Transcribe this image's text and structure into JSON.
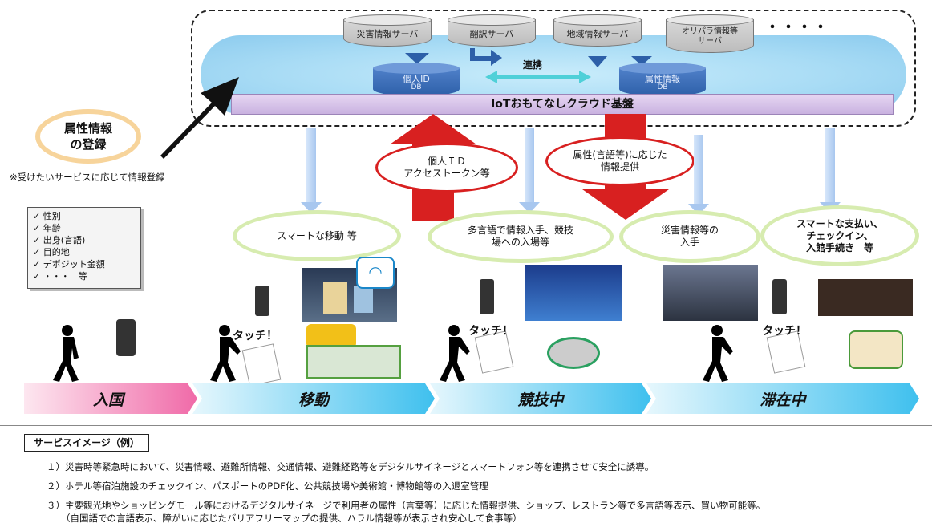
{
  "cloud": {
    "servers": [
      "災害情報サーバ",
      "翻訳サーバ",
      "地域情報サーバ",
      "オリパラ情報等\nサーバ"
    ],
    "more": "・・・・",
    "db_left": {
      "name": "個人ID",
      "sub": "DB"
    },
    "db_right": {
      "name": "属性情報",
      "sub": "DB"
    },
    "link_label": "連携",
    "platform": "IoTおもてなしクラウド基盤"
  },
  "registration": {
    "label": "属性情報\nの登録",
    "note": "※受けたいサービスに応じて情報登録"
  },
  "checklist": [
    "性別",
    "年齢",
    "出身(言語)",
    "目的地",
    "デポジット金額",
    "・・・　等"
  ],
  "callouts": {
    "up": "個人ＩＤ\nアクセストークン等",
    "down": "属性(言語等)に応じた\n情報提供"
  },
  "services": [
    "スマートな移動 等",
    "多言語で情報入手、競技\n場への入場等",
    "災害情報等の\n入手",
    "スマートな支払い、\nチェックイン、\n入館手続き　等"
  ],
  "touch_label": "タッチ！",
  "phases": [
    "入国",
    "移動",
    "競技中",
    "滞在中"
  ],
  "service_image": {
    "title": "サービスイメージ（例）",
    "items": [
      "１）災害時等緊急時において、災害情報、避難所情報、交通情報、避難経路等をデジタルサイネージとスマートフォン等を連携させて安全に誘導。",
      "２）ホテル等宿泊施設のチェックイン、パスポートのPDF化、公共競技場や美術館・博物館等の入退室管理",
      "３）主要観光地やショッピングモール等におけるデジタルサイネージで利用者の属性（言葉等）に応じた情報提供、ショップ、レストラン等で多言語等表示、買い物可能等。",
      "（自国語での言語表示、障がいに応じたバリアフリーマップの提供、ハラル情報等が表示され安心して食事等）"
    ]
  },
  "colors": {
    "cloud": "#a9dcf5",
    "db": "#2d5fa8",
    "platform": "#c9b2e0",
    "red": "#d82020",
    "green_ring": "#d7ecb0",
    "orange_ring": "#f7d49b",
    "phase_pink": "#f06aa8",
    "phase_blue": "#3fc0ee"
  }
}
